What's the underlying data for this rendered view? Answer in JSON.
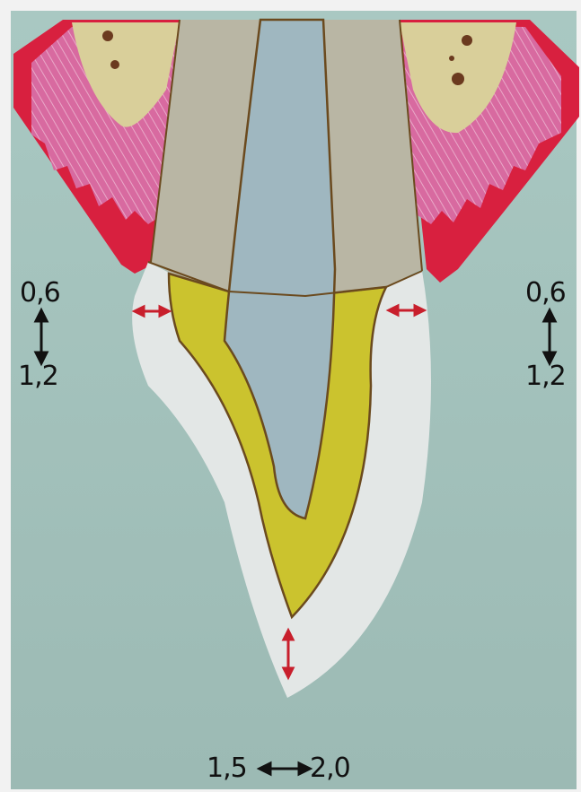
{
  "labels": {
    "left_min": "0,6",
    "left_max": "1,2",
    "right_min": "0,6",
    "right_max": "1,2",
    "incisal_min": "1,5",
    "incisal_max": "2,0"
  },
  "colors": {
    "background": "#a8c6c1",
    "gingiva": "#d8203f",
    "gingiva_pink": "#d86aa0",
    "bone": "#d9cf9a",
    "root_dentin": "#b9b6a4",
    "pulp": "#9fb7c0",
    "metal_core": "#cbc32e",
    "ceramic": "#e3e7e6",
    "outline": "#6b4a1e",
    "arrow_red": "#c81f2c",
    "arrow_black": "#111111"
  }
}
